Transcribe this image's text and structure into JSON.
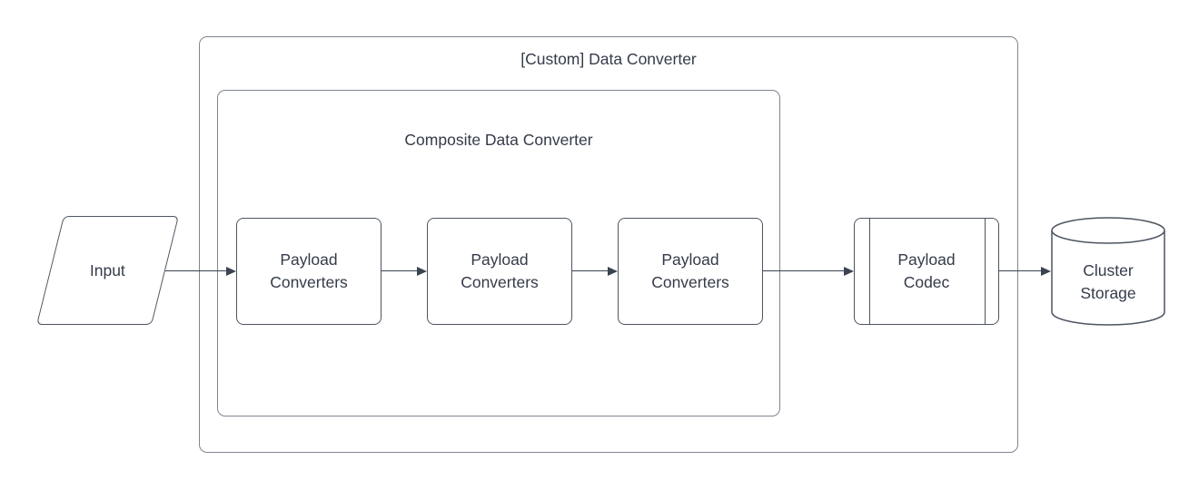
{
  "diagram": {
    "type": "flowchart",
    "background_color": "#ffffff",
    "stroke_colors": {
      "container_border": "#7d8590",
      "shape_border": "#4d5562",
      "arrow": "#3b4250",
      "text": "#343b49"
    },
    "containers": {
      "outer": {
        "title": "[Custom] Data Converter"
      },
      "inner": {
        "title": "Composite Data Converter"
      }
    },
    "nodes": {
      "input": {
        "shape": "parallelogram",
        "label": "Input"
      },
      "converter1": {
        "shape": "rounded-rectangle",
        "line1": "Payload",
        "line2": "Converters"
      },
      "converter2": {
        "shape": "rounded-rectangle",
        "line1": "Payload",
        "line2": "Converters"
      },
      "converter3": {
        "shape": "rounded-rectangle",
        "line1": "Payload",
        "line2": "Converters"
      },
      "codec": {
        "shape": "predefined-process",
        "line1": "Payload",
        "line2": "Codec"
      },
      "storage": {
        "shape": "cylinder",
        "line1": "Cluster",
        "line2": "Storage"
      }
    },
    "edges": [
      {
        "from": "input",
        "to": "converter1",
        "style": "arrow"
      },
      {
        "from": "converter1",
        "to": "converter2",
        "style": "arrow"
      },
      {
        "from": "converter2",
        "to": "converter3",
        "style": "arrow"
      },
      {
        "from": "converter3",
        "to": "codec",
        "style": "arrow"
      },
      {
        "from": "codec",
        "to": "storage",
        "style": "arrow"
      }
    ]
  }
}
